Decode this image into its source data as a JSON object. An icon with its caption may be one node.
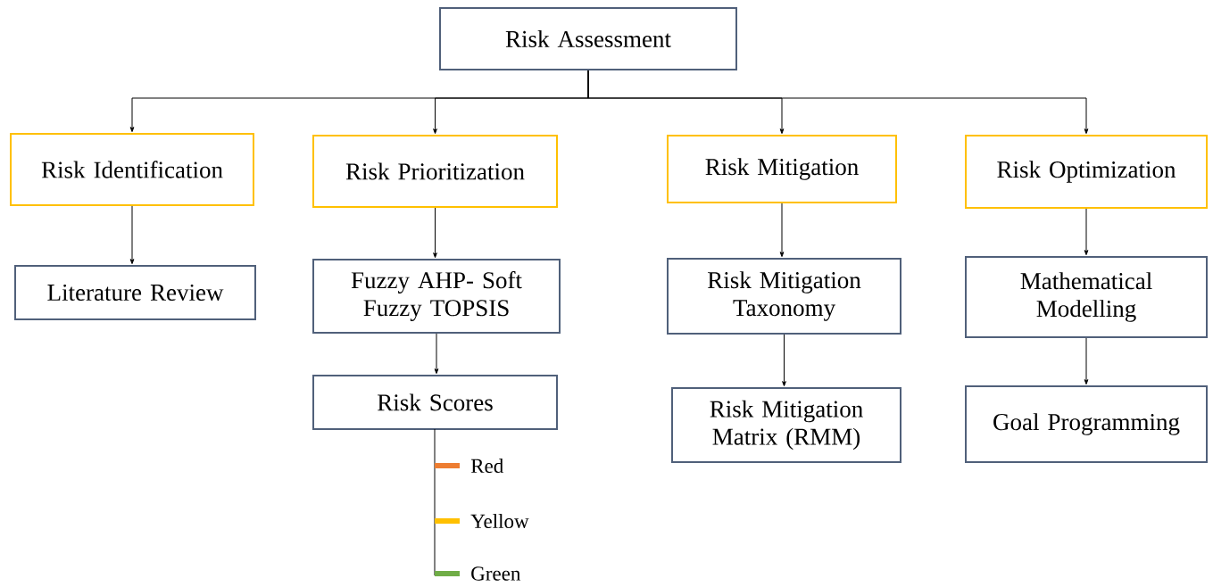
{
  "diagram": {
    "nodes": [
      {
        "text": [
          "Risk Assessment"
        ]
      },
      {
        "text": [
          "Risk Identification"
        ]
      },
      {
        "text": [
          "Risk Prioritization"
        ]
      },
      {
        "text": [
          "Risk Mitigation"
        ]
      },
      {
        "text": [
          "Risk Optimization"
        ]
      },
      {
        "text": [
          "Literature Review"
        ]
      },
      {
        "text": [
          "Fuzzy AHP- Soft Fuzzy TOPSIS"
        ]
      },
      {
        "text": [
          "Risk Scores"
        ]
      },
      {
        "text": [
          "Risk Mitigation Taxonomy"
        ]
      },
      {
        "text": [
          "Risk Mitigation Matrix (RMM)"
        ]
      },
      {
        "text": [
          "Mathematical Modelling"
        ]
      },
      {
        "text": [
          "Goal Programming"
        ]
      }
    ],
    "edges": [
      {
        "from": 0,
        "to": 1,
        "arrow": "to"
      },
      {
        "from": 0,
        "to": 2,
        "arrow": "to"
      },
      {
        "from": 0,
        "to": 3,
        "arrow": "to"
      },
      {
        "from": 0,
        "to": 4,
        "arrow": "to"
      },
      {
        "from": 1,
        "to": 5,
        "arrow": "to"
      },
      {
        "from": 2,
        "to": 6,
        "arrow": "to"
      },
      {
        "from": 6,
        "to": 7,
        "arrow": "to"
      },
      {
        "from": 3,
        "to": 8,
        "arrow": "to"
      },
      {
        "from": 8,
        "to": 9,
        "arrow": "to"
      },
      {
        "from": 4,
        "to": 10,
        "arrow": "to"
      },
      {
        "from": 10,
        "to": 11,
        "arrow": "to"
      }
    ],
    "legend": [
      {
        "text": "Red",
        "color": "#ed7d31"
      },
      {
        "text": "Yellow",
        "color": "#ffc000"
      },
      {
        "text": "Green",
        "color": "#70ad47"
      }
    ]
  }
}
